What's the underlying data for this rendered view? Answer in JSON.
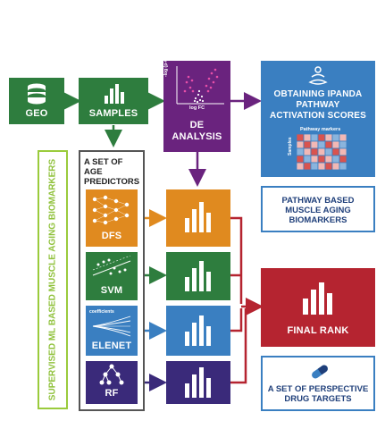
{
  "nodes": {
    "geo": "GEO",
    "samples": "SAMPLES",
    "de_analysis": "DE\nANALYSIS",
    "volcano_y": "-log (p-value)",
    "volcano_x": "log FC",
    "ipanda": "OBTAINING IPANDA\nPATHWAY\nACTIVATION SCORES",
    "heatmap_top": "Pathway markers",
    "heatmap_side": "Samples",
    "pathway_biomarkers": "PATHWAY BASED\nMUSCLE AGING\nBIOMARKERS",
    "predictors_title": "A SET OF AGE\nPREDICTORS",
    "dfs": "DFS",
    "svm": "SVM",
    "elenet": "ELENET",
    "elenet_small": "coefficients",
    "rf": "RF",
    "final_rank": "FINAL RANK",
    "drug_targets": "A SET OF PERSPECTIVE\nDRUG TARGETS",
    "vertical_label": "SUPERVISED ML BASED MUSCLE AGING BIOMARKERS"
  },
  "colors": {
    "green": "#2e7d3e",
    "purple": "#6a237e",
    "blue": "#3a7fc1",
    "orange": "#e08a1f",
    "red": "#b52430",
    "navy": "#3a2a7a",
    "lime": "#9acb3c"
  },
  "icons": [
    "database-icon",
    "bar-chart-icon",
    "volcano-plot-icon",
    "meditation-icon",
    "heatmap-icon",
    "neural-network-icon",
    "scatter-icon",
    "coefficient-paths-icon",
    "tree-icon",
    "capsule-icon"
  ]
}
